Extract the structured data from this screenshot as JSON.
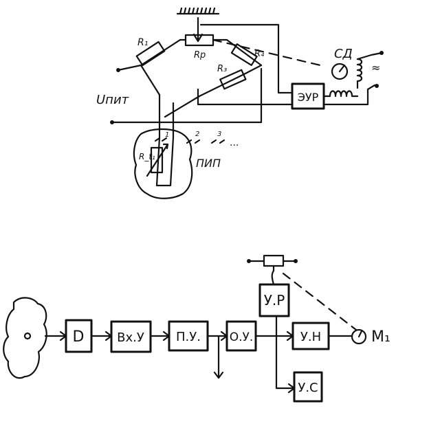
{
  "bridge": {
    "r1": "R₁",
    "rp": "Rр",
    "r4": "R₄",
    "r3": "R₃",
    "rt": "R_t₁",
    "supply": "Uпит",
    "controller": "ЭУР",
    "motor": "СД",
    "ac": "≈",
    "sensor_label": "ПИП",
    "sensor_pin_1": "1",
    "sensor_pin_2": "2",
    "sensor_pin_3": "3",
    "more": "..."
  },
  "block": {
    "d": "D",
    "in_amp": "Вх.У",
    "pre_amp": "П.У.",
    "out_amp": "О.У.",
    "reg": "У.Р",
    "ind": "У.Н",
    "sig": "У.С",
    "motor": "М₁",
    "source": "0"
  }
}
